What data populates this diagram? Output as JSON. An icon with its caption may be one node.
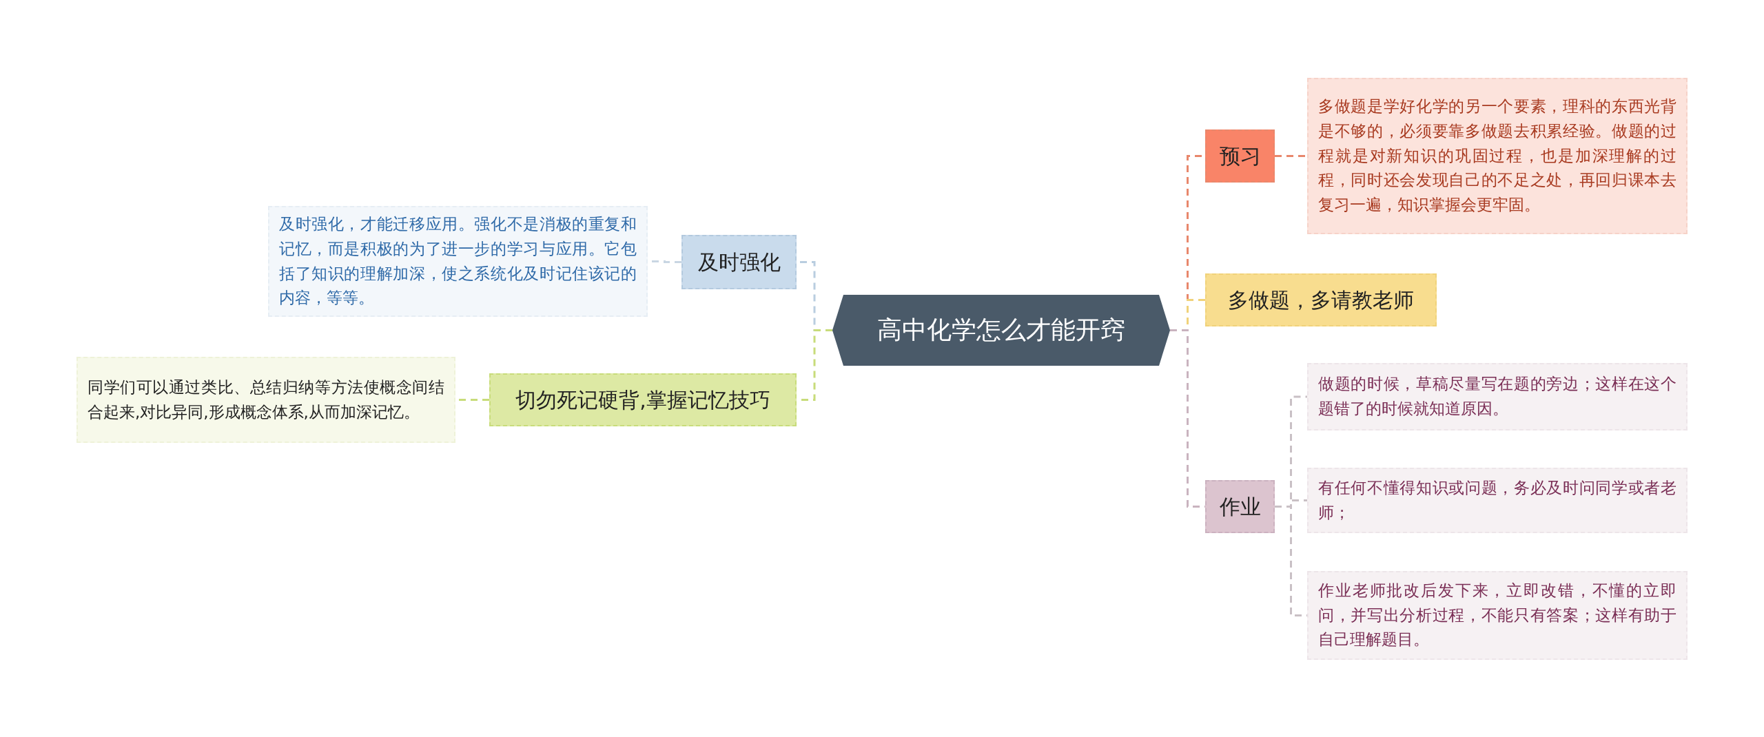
{
  "diagram": {
    "nodes": [
      {
        "text": [
          "高中化学怎么才能开窍"
        ]
      },
      {
        "text": [
          "及时强化"
        ]
      },
      {
        "text": [
          "及时强化，才能迁移应用。强化不是消极的重复和记忆，而是积极的为了进一步的学习与应用。它包括了知识的理解加深，使之系统化及时记住该记的内容，等等。"
        ]
      },
      {
        "text": [
          "切勿死记硬背,掌握记忆技巧"
        ]
      },
      {
        "text": [
          "同学们可以通过类比、总结归纳等方法使概念间结合起来,对比异同,形成概念体系,从而加深记忆。"
        ]
      },
      {
        "text": [
          "预习"
        ]
      },
      {
        "text": [
          "多做题是学好化学的另一个要素，理科的东西光背是不够的，必须要靠多做题去积累经验。做题的过程就是对新知识的巩固过程，也是加深理解的过程，同时还会发现自己的不足之处，再回归课本去复习一遍，知识掌握会更牢固。"
        ]
      },
      {
        "text": [
          "多做题，多请教老师"
        ]
      },
      {
        "text": [
          "作业"
        ]
      },
      {
        "text": [
          "做题的时候，草稿尽量写在题的旁边；这样在这个题错了的时候就知道原因。"
        ]
      },
      {
        "text": [
          "有任何不懂得知识或问题，务必及时问同学或者老师；"
        ]
      },
      {
        "text": [
          "作业老师批改后发下来，立即改错，不懂的立即问，并写出分析过程，不能只有答案；这样有助于自己理解题目。"
        ]
      }
    ],
    "edges": [
      {
        "from": 0,
        "to": 1,
        "arrow": "none",
        "color": "#b9cde0"
      },
      {
        "from": 1,
        "to": 2,
        "arrow": "none",
        "color": "#c9d6e3"
      },
      {
        "from": 0,
        "to": 3,
        "arrow": "none",
        "color": "#c8dc7a"
      },
      {
        "from": 3,
        "to": 4,
        "arrow": "none",
        "color": "#c8dc7a"
      },
      {
        "from": 0,
        "to": 5,
        "arrow": "none",
        "color": "#e8876c"
      },
      {
        "from": 5,
        "to": 6,
        "arrow": "none",
        "color": "#e8876c"
      },
      {
        "from": 0,
        "to": 7,
        "arrow": "none",
        "color": "#f0d27a"
      },
      {
        "from": 0,
        "to": 8,
        "arrow": "none",
        "color": "#c9b3bf"
      },
      {
        "from": 8,
        "to": 9,
        "arrow": "none",
        "color": "#c9c0c5"
      },
      {
        "from": 8,
        "to": 10,
        "arrow": "none",
        "color": "#c9c0c5"
      },
      {
        "from": 8,
        "to": 11,
        "arrow": "none",
        "color": "#c9c0c5"
      }
    ]
  }
}
